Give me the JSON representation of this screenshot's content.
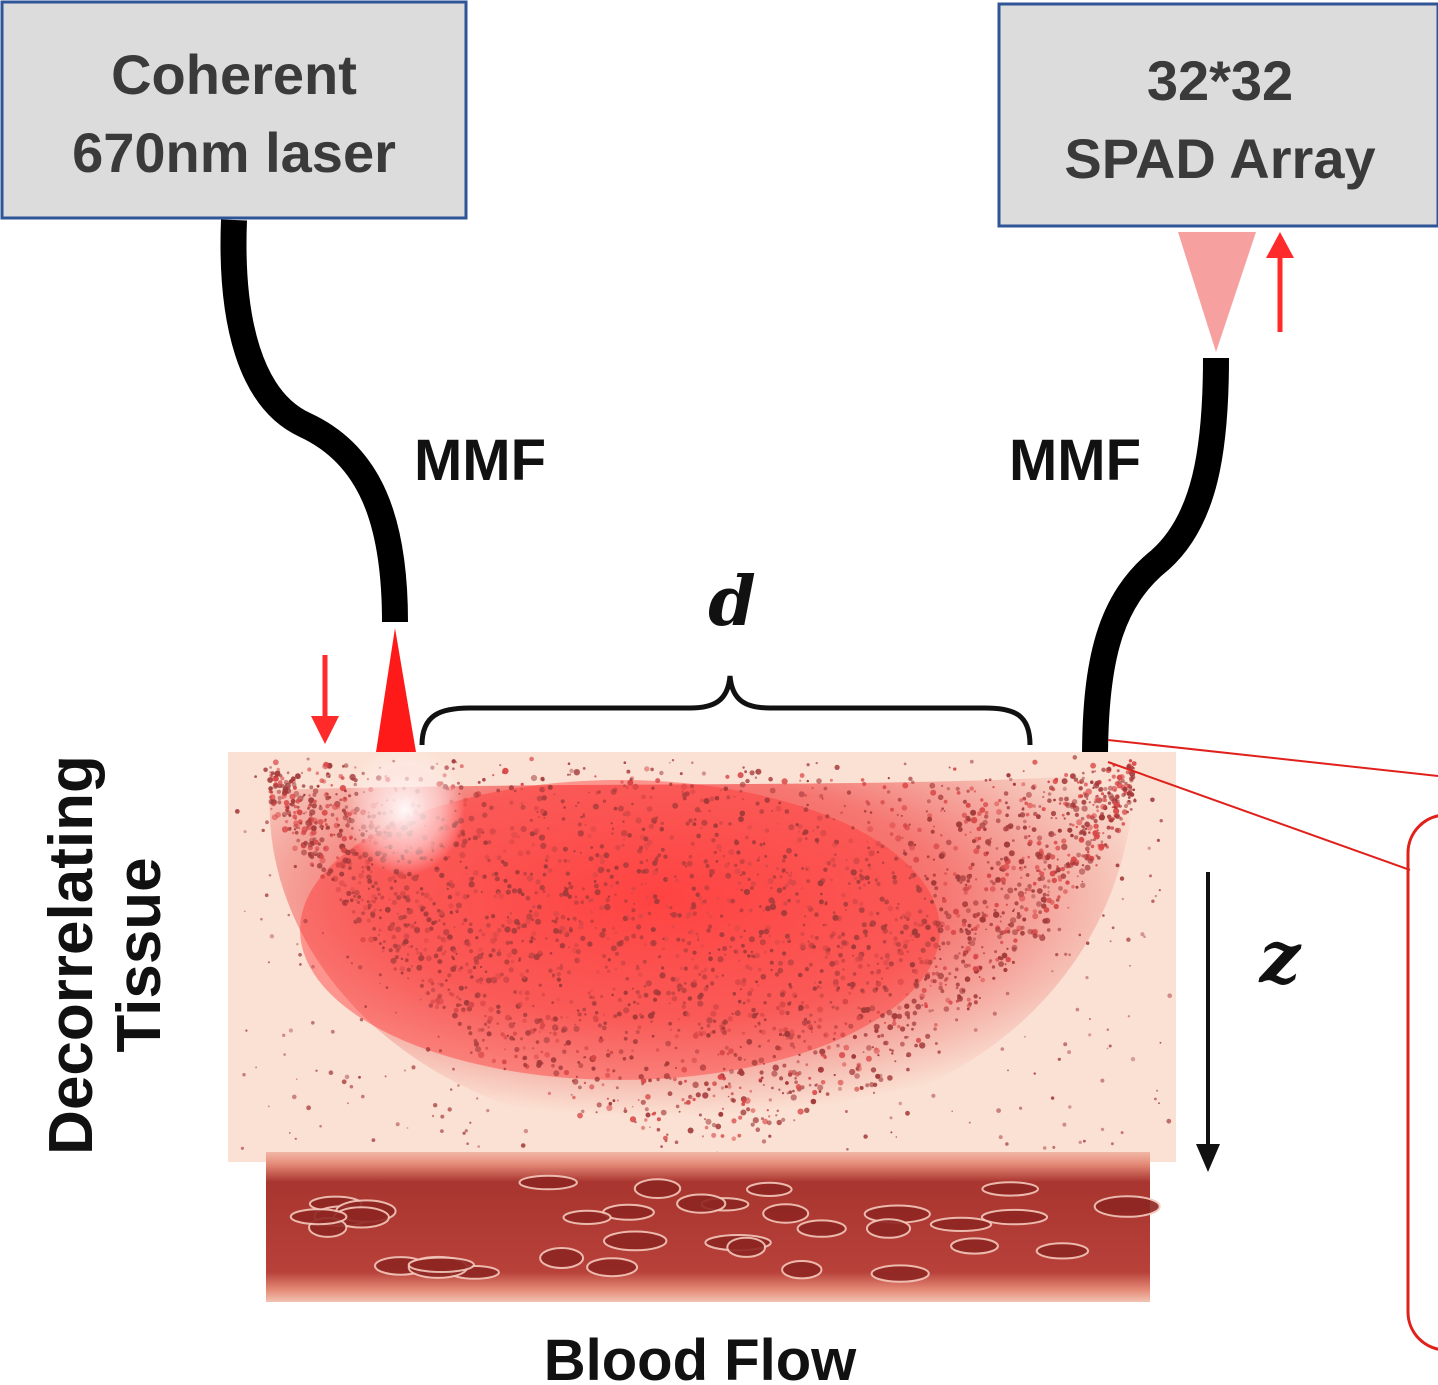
{
  "laser_box": {
    "line1": "Coherent",
    "line2": "670nm laser"
  },
  "detector_box": {
    "line1": "32*32",
    "line2": "SPAD Array"
  },
  "fiber_left_label": "MMF",
  "fiber_right_label": "MMF",
  "separation_label": "d",
  "depth_label": "z",
  "tissue_label": {
    "line1": "Decorrelating",
    "line2": "Tissue"
  },
  "vessel_label": "Blood Flow",
  "colors": {
    "box_fill": "#dcdcdc",
    "box_border": "#2f5597",
    "laser_red": "#ff1a1a",
    "tissue_bg": "#fbe1d3",
    "scatter_dark": "#a33a3a",
    "vessel_wall": "#e07a6a",
    "vessel_inner": "#b8413a",
    "detector_cone": "#f7a0a0",
    "inset_border": "#e0201b"
  }
}
